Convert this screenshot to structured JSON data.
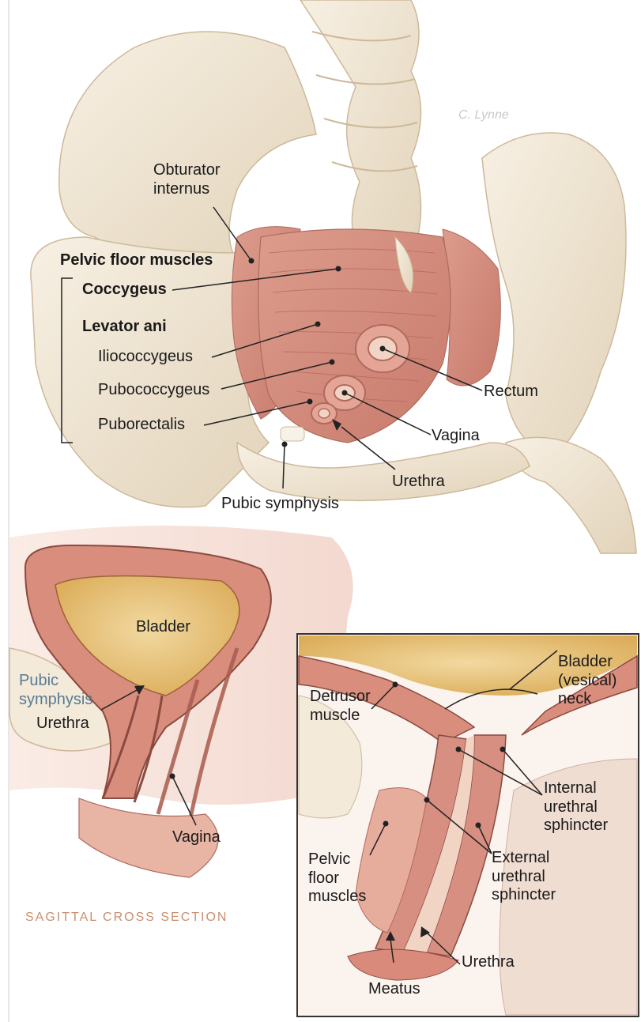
{
  "illustrator_signature": "C. Lynne",
  "top_view": {
    "labels": {
      "obturator_internus": "Obturator\ninternus",
      "pelvic_floor_muscles": "Pelvic floor muscles",
      "coccygeus": "Coccygeus",
      "levator_ani": "Levator ani",
      "iliococcygeus": "Iliococcygeus",
      "pubococcygeus": "Pubococcygeus",
      "puborectalis": "Puborectalis",
      "rectum": "Rectum",
      "vagina": "Vagina",
      "urethra": "Urethra",
      "pubic_symphysis": "Pubic symphysis"
    }
  },
  "sagittal_view": {
    "labels": {
      "bladder": "Bladder",
      "pubic_symphysis": "Pubic\nsymphysis",
      "urethra": "Urethra",
      "vagina": "Vagina"
    },
    "caption": "SAGITTAL CROSS SECTION"
  },
  "inset_view": {
    "labels": {
      "detrusor_muscle": "Detrusor\nmuscle",
      "bladder_neck": "Bladder\n(vesical)\nneck",
      "internal_urethral_sphincter": "Internal\nurethral\nsphincter",
      "pelvic_floor_muscles": "Pelvic\nfloor\nmuscles",
      "external_urethral_sphincter": "External\nurethral\nsphincter",
      "urethra": "Urethra",
      "meatus": "Meatus"
    }
  },
  "colors": {
    "bone": "#f3ead9",
    "bone_shadow": "#d9c9ae",
    "muscle": "#d68f80",
    "muscle_dark": "#b8645a",
    "bladder_fill": "#e9c47b",
    "tissue_pink": "#e8b4a4",
    "inset_border": "#333333",
    "caption_color": "#c98e6f",
    "label_blue": "#5a7a95"
  }
}
